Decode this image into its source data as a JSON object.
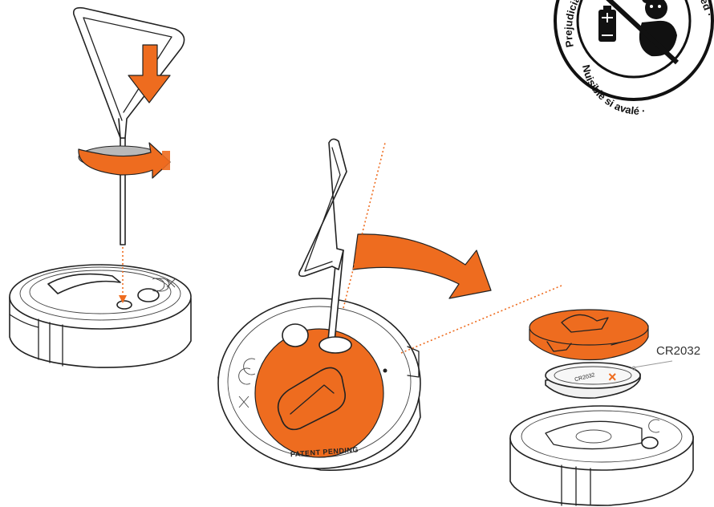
{
  "warning_seal": {
    "ring_text_top": "Prejudicial și trasee · Not to be swallowed ·",
    "ring_text_bottom": "Nuisible si avalé ·",
    "icons": [
      "battery-icon",
      "teddy-bear-icon",
      "prohibited-sign-icon"
    ]
  },
  "battery_label": "CR2032",
  "device_embossed_text": "PATENT PENDING",
  "colors": {
    "accent": "#ee6c1f",
    "outline": "#222222",
    "background": "#ffffff"
  },
  "steps": [
    {
      "id": "step-1",
      "action": "insert key, push down and twist"
    },
    {
      "id": "step-2",
      "action": "rotate cover to unlock"
    },
    {
      "id": "step-3",
      "action": "remove cover and replace battery"
    }
  ]
}
